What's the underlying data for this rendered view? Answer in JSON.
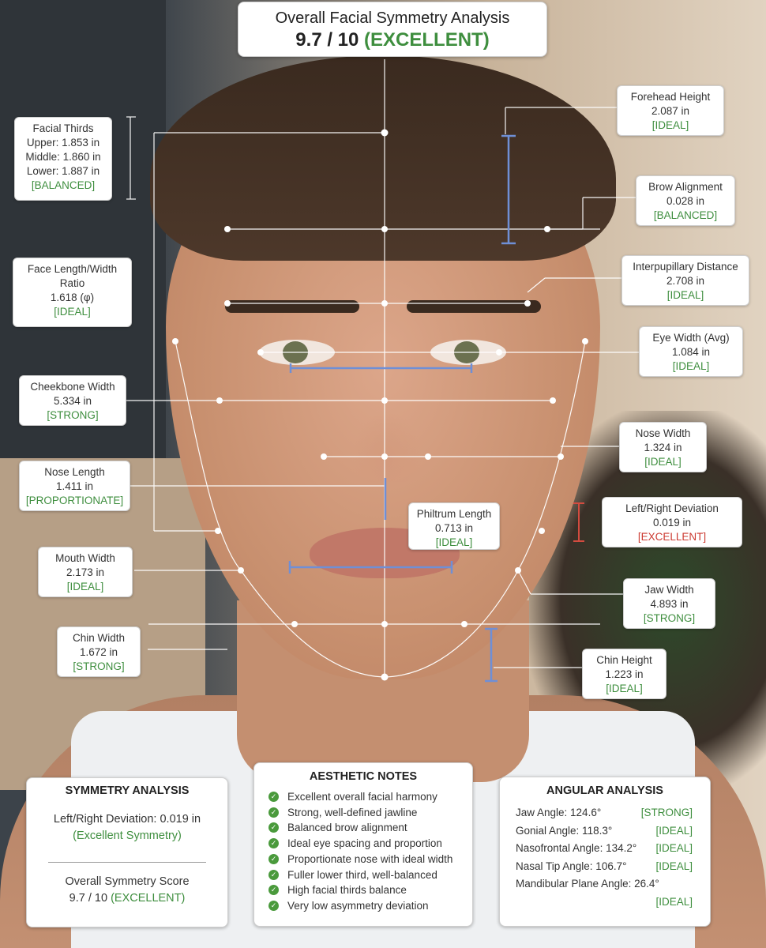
{
  "title": {
    "line1": "Overall Facial Symmetry Analysis",
    "score": "9.7 / 10",
    "rating": "(EXCELLENT)"
  },
  "colors": {
    "ok": "#3e8e3e",
    "bad": "#cc3b32",
    "line": "#ffffff",
    "measure": "#6f8fd6",
    "deviation": "#d34b3f"
  },
  "labels": {
    "facial_thirds": {
      "name": "Facial Thirds",
      "upper": "Upper: 1.853 in",
      "middle": "Middle: 1.860 in",
      "lower": "Lower: 1.887 in",
      "status": "[BALANCED]"
    },
    "face_ratio": {
      "name": "Face Length/Width",
      "name2": "Ratio",
      "value": "1.618 (φ)",
      "status": "[IDEAL]"
    },
    "cheekbone": {
      "name": "Cheekbone Width",
      "value": "5.334 in",
      "status": "[STRONG]"
    },
    "nose_length": {
      "name": "Nose Length",
      "value": "1.411 in",
      "status": "[PROPORTIONATE]"
    },
    "mouth_width": {
      "name": "Mouth Width",
      "value": "2.173 in",
      "status": "[IDEAL]"
    },
    "chin_width": {
      "name": "Chin Width",
      "value": "1.672 in",
      "status": "[STRONG]"
    },
    "forehead": {
      "name": "Forehead Height",
      "value": "2.087 in",
      "status": "[IDEAL]"
    },
    "brow": {
      "name": "Brow Alignment",
      "value": "0.028 in",
      "status": "[BALANCED]"
    },
    "ipd": {
      "name": "Interpupillary Distance",
      "value": "2.708 in",
      "status": "[IDEAL]"
    },
    "eye_width": {
      "name": "Eye Width (Avg)",
      "value": "1.084 in",
      "status": "[IDEAL]"
    },
    "nose_width": {
      "name": "Nose Width",
      "value": "1.324 in",
      "status": "[IDEAL]"
    },
    "lr_dev": {
      "name": "Left/Right Deviation",
      "value": "0.019 in",
      "status": "[EXCELLENT]"
    },
    "philtrum": {
      "name": "Philtrum Length",
      "value": "0.713 in",
      "status": "[IDEAL]"
    },
    "jaw_width": {
      "name": "Jaw Width",
      "value": "4.893 in",
      "status": "[STRONG]"
    },
    "chin_height": {
      "name": "Chin Height",
      "value": "1.223 in",
      "status": "[IDEAL]"
    }
  },
  "symmetry": {
    "heading": "SYMMETRY ANALYSIS",
    "deviation": "Left/Right Deviation: 0.019 in",
    "deviation_note": "(Excellent Symmetry)",
    "score_label": "Overall Symmetry Score",
    "score": "9.7 / 10",
    "score_rating": "(EXCELLENT)"
  },
  "notes": {
    "heading": "AESTHETIC NOTES",
    "items": [
      "Excellent overall facial harmony",
      "Strong, well-defined jawline",
      "Balanced brow alignment",
      "Ideal eye spacing and proportion",
      "Proportionate nose with ideal width",
      "Fuller lower third, well-balanced",
      "High facial thirds balance",
      "Very low asymmetry deviation"
    ]
  },
  "angular": {
    "heading": "ANGULAR ANALYSIS",
    "rows": [
      {
        "name": "Jaw Angle: 124.6°",
        "status": "[STRONG]"
      },
      {
        "name": "Gonial Angle: 118.3°",
        "status": "[IDEAL]"
      },
      {
        "name": "Nasofrontal Angle: 134.2°",
        "status": "[IDEAL]"
      },
      {
        "name": "Nasal Tip Angle: 106.7°",
        "status": "[IDEAL]"
      },
      {
        "name": "Mandibular Plane Angle: 26.4°",
        "status": ""
      },
      {
        "name": "",
        "status": "[IDEAL]"
      }
    ]
  }
}
